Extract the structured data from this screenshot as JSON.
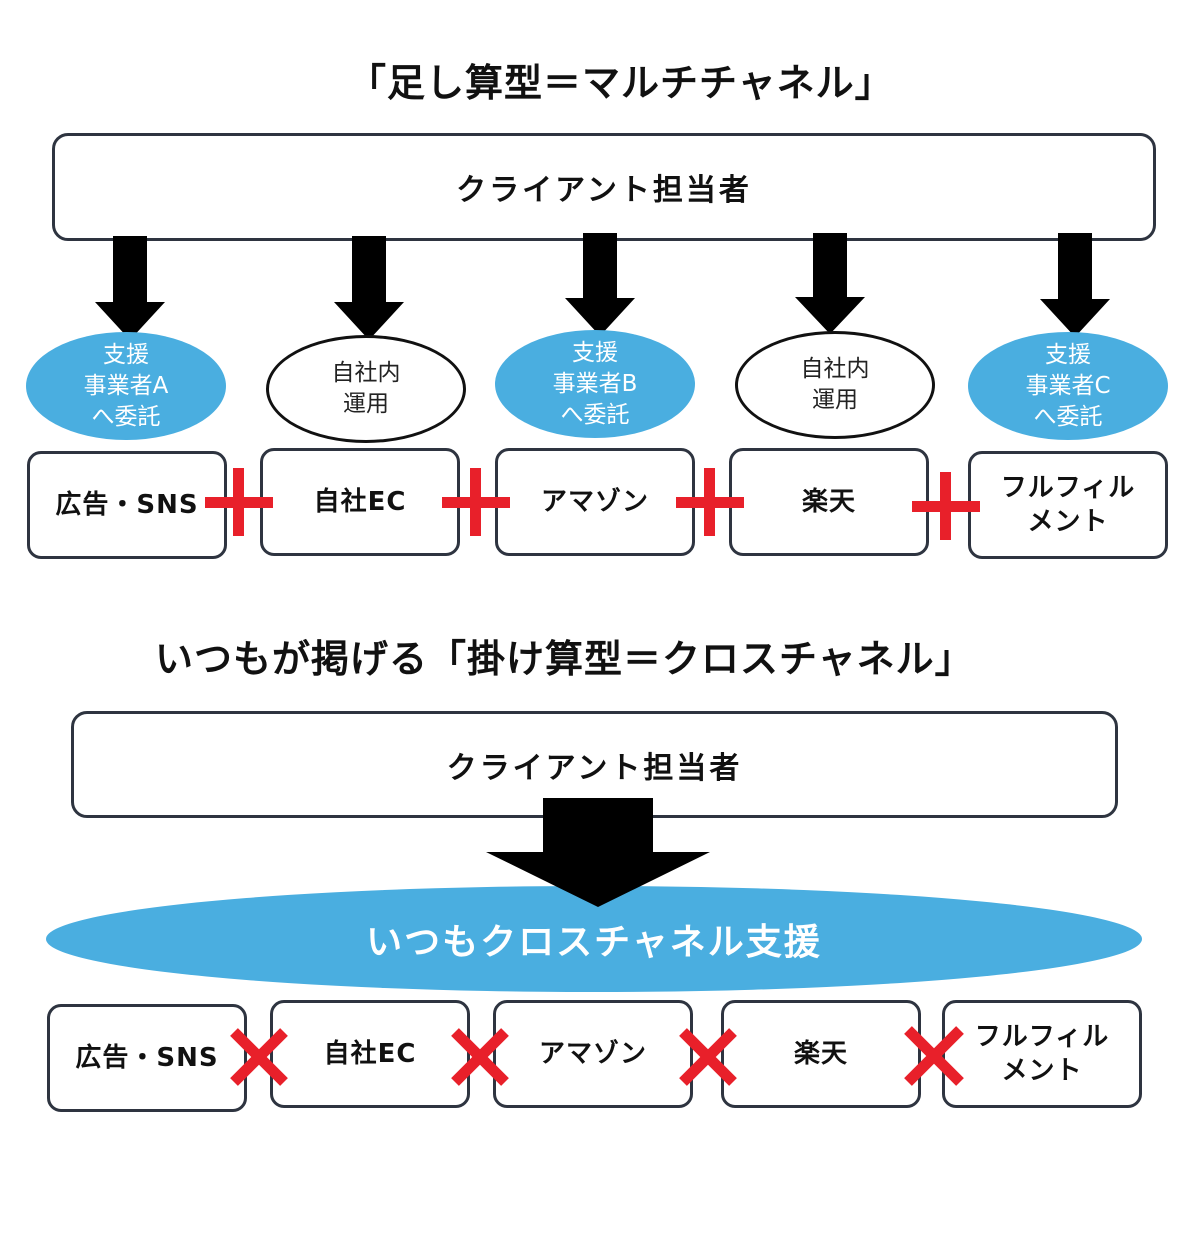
{
  "multi": {
    "title": "「足し算型＝マルチチャネル」",
    "client": "クライアント担当者",
    "operators": [
      {
        "lines": [
          "支援",
          "事業者A",
          "へ委託"
        ],
        "style": "blue"
      },
      {
        "lines": [
          "自社内",
          "運用"
        ],
        "style": "white"
      },
      {
        "lines": [
          "支援",
          "事業者B",
          "へ委託"
        ],
        "style": "blue"
      },
      {
        "lines": [
          "自社内",
          "運用"
        ],
        "style": "white"
      },
      {
        "lines": [
          "支援",
          "事業者C",
          "へ委託"
        ],
        "style": "blue"
      }
    ],
    "channels": [
      {
        "lines": [
          "広告・SNS"
        ]
      },
      {
        "lines": [
          "自社EC"
        ]
      },
      {
        "lines": [
          "アマゾン"
        ]
      },
      {
        "lines": [
          "楽天"
        ]
      },
      {
        "lines": [
          "フルフィル",
          "メント"
        ]
      }
    ],
    "connector": "plus-icon"
  },
  "cross": {
    "title": "いつもが掲げる「掛け算型＝クロスチャネル」",
    "client": "クライアント担当者",
    "support": "いつもクロスチャネル支援",
    "channels": [
      {
        "lines": [
          "広告・SNS"
        ]
      },
      {
        "lines": [
          "自社EC"
        ]
      },
      {
        "lines": [
          "アマゾン"
        ]
      },
      {
        "lines": [
          "楽天"
        ]
      },
      {
        "lines": [
          "フルフィル",
          "メント"
        ]
      }
    ],
    "connector": "cross-icon"
  },
  "colors": {
    "accent_blue": "#4aaee0",
    "connector_red": "#e8202a",
    "border": "#2e3440",
    "arrow": "#000000"
  }
}
